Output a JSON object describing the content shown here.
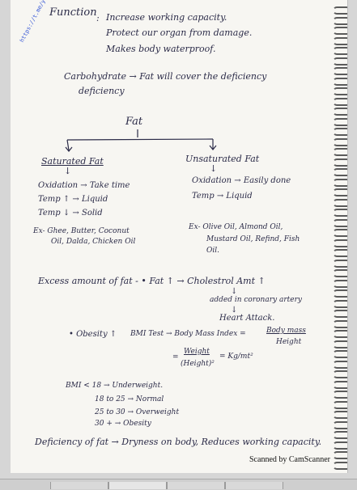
{
  "watermark": "https://t.me/yourmedico",
  "functions": {
    "label": "Function",
    "sep": ":",
    "items": [
      "Increase working capacity.",
      "Protect our organ from damage.",
      "Makes body waterproof."
    ]
  },
  "carb_note": {
    "line1": "Carbohydrate → Fat will cover the deficiency",
    "line2": "deficiency"
  },
  "tree": {
    "root": "Fat",
    "saturated": {
      "title": "Saturated Fat",
      "arrow": "↓",
      "lines": [
        "Oxidation → Take time",
        "Temp ↑ → Liquid",
        "Temp ↓ → Solid"
      ],
      "examples": [
        "Ex- Ghee, Butter, Coconut",
        "Oil, Dalda, Chicken Oil"
      ]
    },
    "unsaturated": {
      "title": "Unsaturated Fat",
      "arrow": "↓",
      "lines": [
        "Oxidation → Easily done",
        "Temp → Liquid"
      ],
      "examples": [
        "Ex- Olive Oil, Almond Oil,",
        "Mustard Oil, Refind, Fish",
        "Oil."
      ]
    }
  },
  "excess": {
    "line1": "Excess amount of fat - • Fat ↑ → Cholestrol Amt ↑",
    "arrow1": "↓",
    "line2": "added in coronary artery",
    "arrow2": "↓",
    "line3": "Heart Attack."
  },
  "obesity": {
    "label": "• Obesity ↑",
    "bmi_line": "BMI Test → Body Mass Index =",
    "ratio_num": "Body mass",
    "ratio_den": "Height",
    "formula_eq": "=",
    "formula_num": "Weight",
    "formula_den": "(Height)²",
    "formula_unit": "= Kg/mt²"
  },
  "bmi_ranges": [
    "BMI < 18 → Underweight.",
    "18 to 25 → Normal",
    "25 to 30 → Overweight",
    "30 + → Obesity"
  ],
  "deficiency": "Deficiency of fat → Dryness on body, Reduces working capacity.",
  "scanner": "Scanned by CamScanner"
}
